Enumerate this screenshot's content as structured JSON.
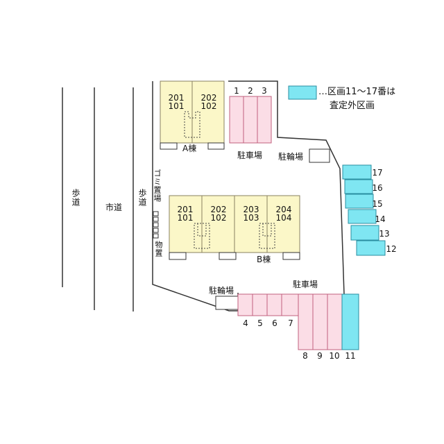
{
  "legend": {
    "prefix": "…",
    "line1": "区画11～17番は",
    "line2": "査定外区画",
    "swatch_color": "#7fe6f2"
  },
  "roads": {
    "sidewalk_left": "歩道",
    "city_road": "市道",
    "sidewalk_right": "歩道"
  },
  "building_a": {
    "label": "A棟",
    "units": [
      {
        "upper": "201",
        "lower": "101"
      },
      {
        "upper": "202",
        "lower": "102"
      }
    ]
  },
  "building_b": {
    "label": "B棟",
    "units": [
      {
        "upper": "201",
        "lower": "101"
      },
      {
        "upper": "202",
        "lower": "102"
      },
      {
        "upper": "203",
        "lower": "103"
      },
      {
        "upper": "204",
        "lower": "104"
      }
    ]
  },
  "labels": {
    "parking_top": "駐車場",
    "parking_bottom": "駐車場",
    "bike_top": "駐輪場",
    "bike_bottom": "駐輪場",
    "garbage": "ゴミ置場",
    "storage": "物置"
  },
  "parking_numbers": {
    "top": [
      "1",
      "2",
      "3"
    ],
    "bottom_short": [
      "4",
      "5",
      "6",
      "7"
    ],
    "bottom_long": [
      "8",
      "9",
      "10",
      "11"
    ],
    "right": [
      "17",
      "16",
      "15",
      "14",
      "13",
      "12"
    ]
  },
  "colors": {
    "building_fill": "#fbf7c8",
    "parking_fill": "#fbdde6",
    "parking_stroke": "#c2607e",
    "excluded_fill": "#7fe6f2",
    "excluded_stroke": "#2a8ea0"
  }
}
